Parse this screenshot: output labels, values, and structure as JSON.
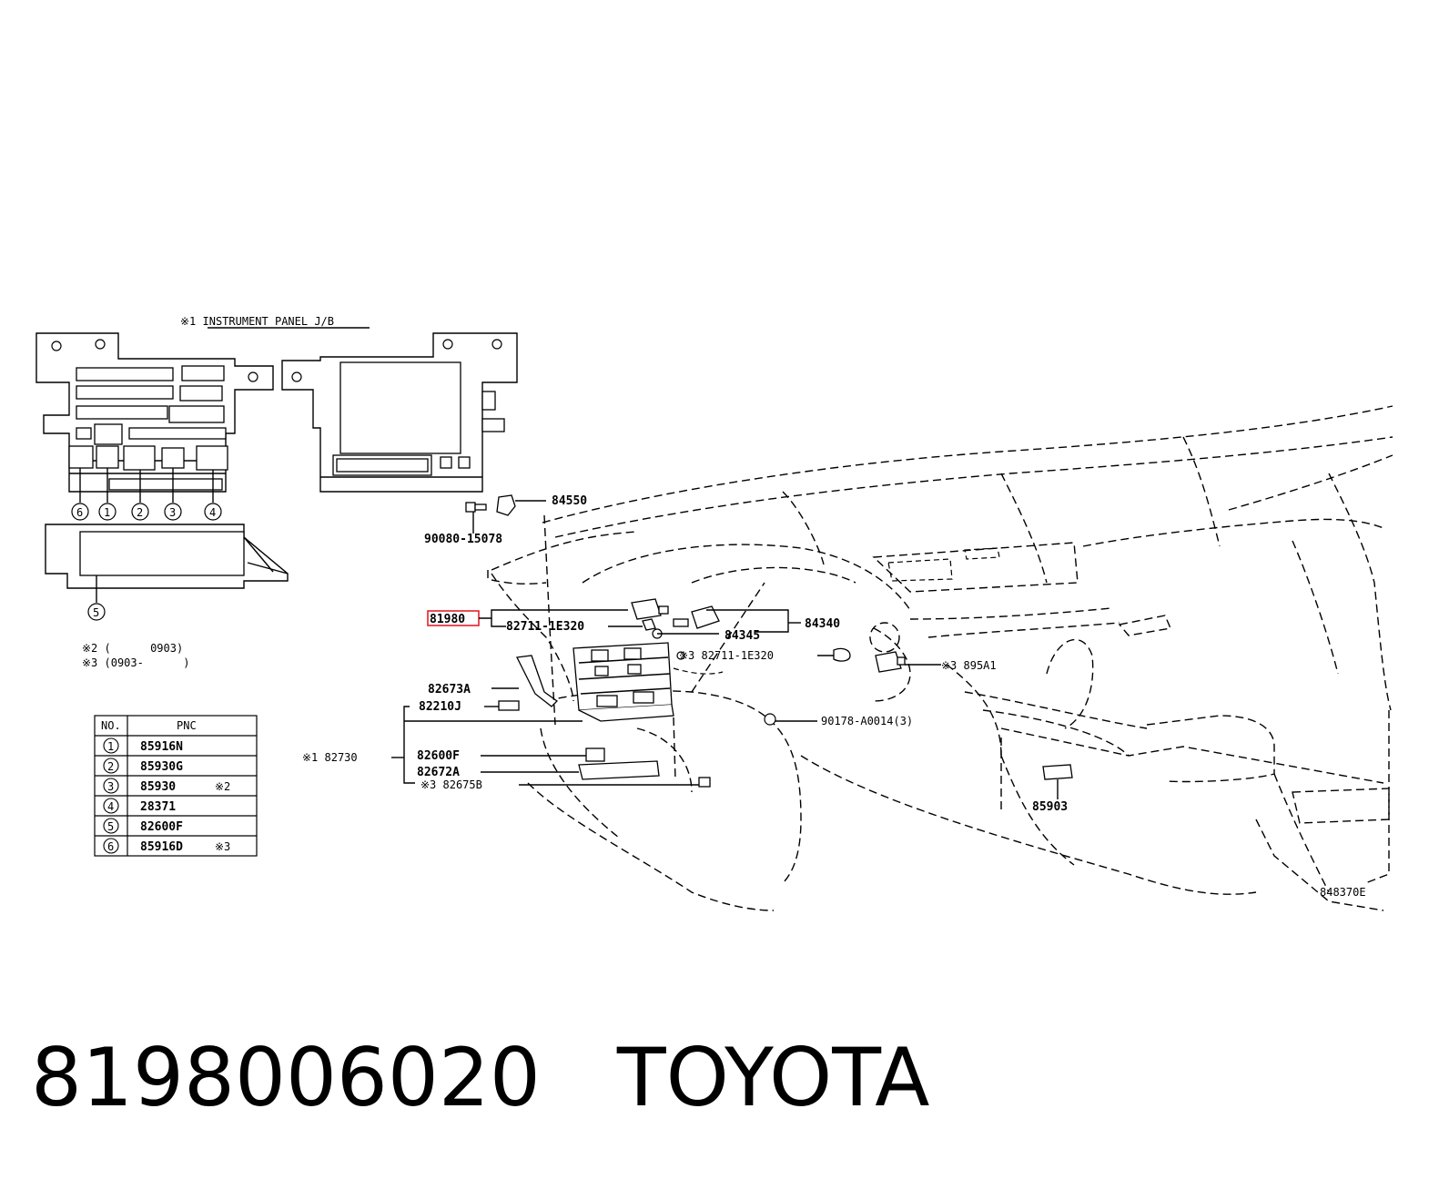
{
  "jb_title": "※1 INSTRUMENT PANEL J/B",
  "notes": {
    "n2": "※2 (      0903)",
    "n3": "※3 (0903-      )"
  },
  "table": {
    "headers": [
      "NO.",
      "PNC"
    ],
    "rows": [
      {
        "no": "1",
        "pnc": "85916N",
        "note": ""
      },
      {
        "no": "2",
        "pnc": "85930G",
        "note": ""
      },
      {
        "no": "3",
        "pnc": "85930",
        "note": "※2"
      },
      {
        "no": "4",
        "pnc": "28371",
        "note": ""
      },
      {
        "no": "5",
        "pnc": "82600F",
        "note": ""
      },
      {
        "no": "6",
        "pnc": "85916D",
        "note": "※3"
      }
    ]
  },
  "callouts": {
    "c6": "6",
    "c1": "1",
    "c2": "2",
    "c3": "3",
    "c4": "4",
    "c5": "5"
  },
  "labels": {
    "p84550": "84550",
    "p90080": "90080-15078",
    "p81980": "81980",
    "p82711a": "82711-1E320",
    "p84345": "84345",
    "p84340": "84340",
    "p82711b": "※3 82711-1E320",
    "p895a1": "※3 895A1",
    "p82673a": "82673A",
    "p82210j": "82210J",
    "p90178": "90178-A0014(3)",
    "p82730": "※1 82730",
    "p82600f": "82600F",
    "p82672a": "82672A",
    "p82675b": "※3 82675B",
    "p85903": "85903",
    "drawing_no": "848370E"
  },
  "highlight_color": "#e8202a",
  "footer": {
    "part_number": "8198006020",
    "brand": "TOYOTA"
  }
}
